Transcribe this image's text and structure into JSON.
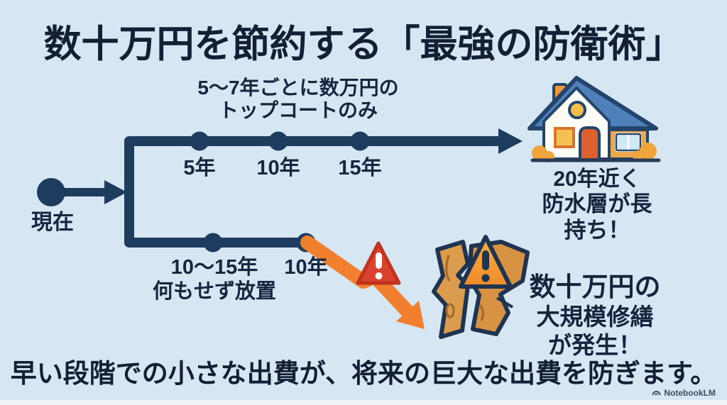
{
  "title": "数十万円を節約する「最強の防衛術」",
  "colors": {
    "background": "#d6e6f3",
    "navy_line": "#1e3c5e",
    "text_dark": "#141e34",
    "orange_arrow": "#f0802e",
    "alert_red": "#d8422f",
    "warning_orange": "#f5a23a",
    "wood_tan": "#dc9c4e",
    "roof_blue": "#4f80ba"
  },
  "timeline": {
    "start_label": "現在",
    "top_branch": {
      "label": "5〜7年ごとに数万円の\nトップコートのみ",
      "milestones": [
        "5年",
        "10年",
        "15年"
      ],
      "caption_line1": "20年近く",
      "caption_line2": "防水層が長持ち！"
    },
    "bottom_branch": {
      "label": "10〜15年\n何もせず放置",
      "milestone": "10年",
      "caption_line1": "数十万円の",
      "caption_line2": "大規模修繕が発生！"
    }
  },
  "footer": {
    "message": "早い段階での小さな出費が、将来の巨大な出費を防ぎます。",
    "watermark": "NotebookLM"
  }
}
